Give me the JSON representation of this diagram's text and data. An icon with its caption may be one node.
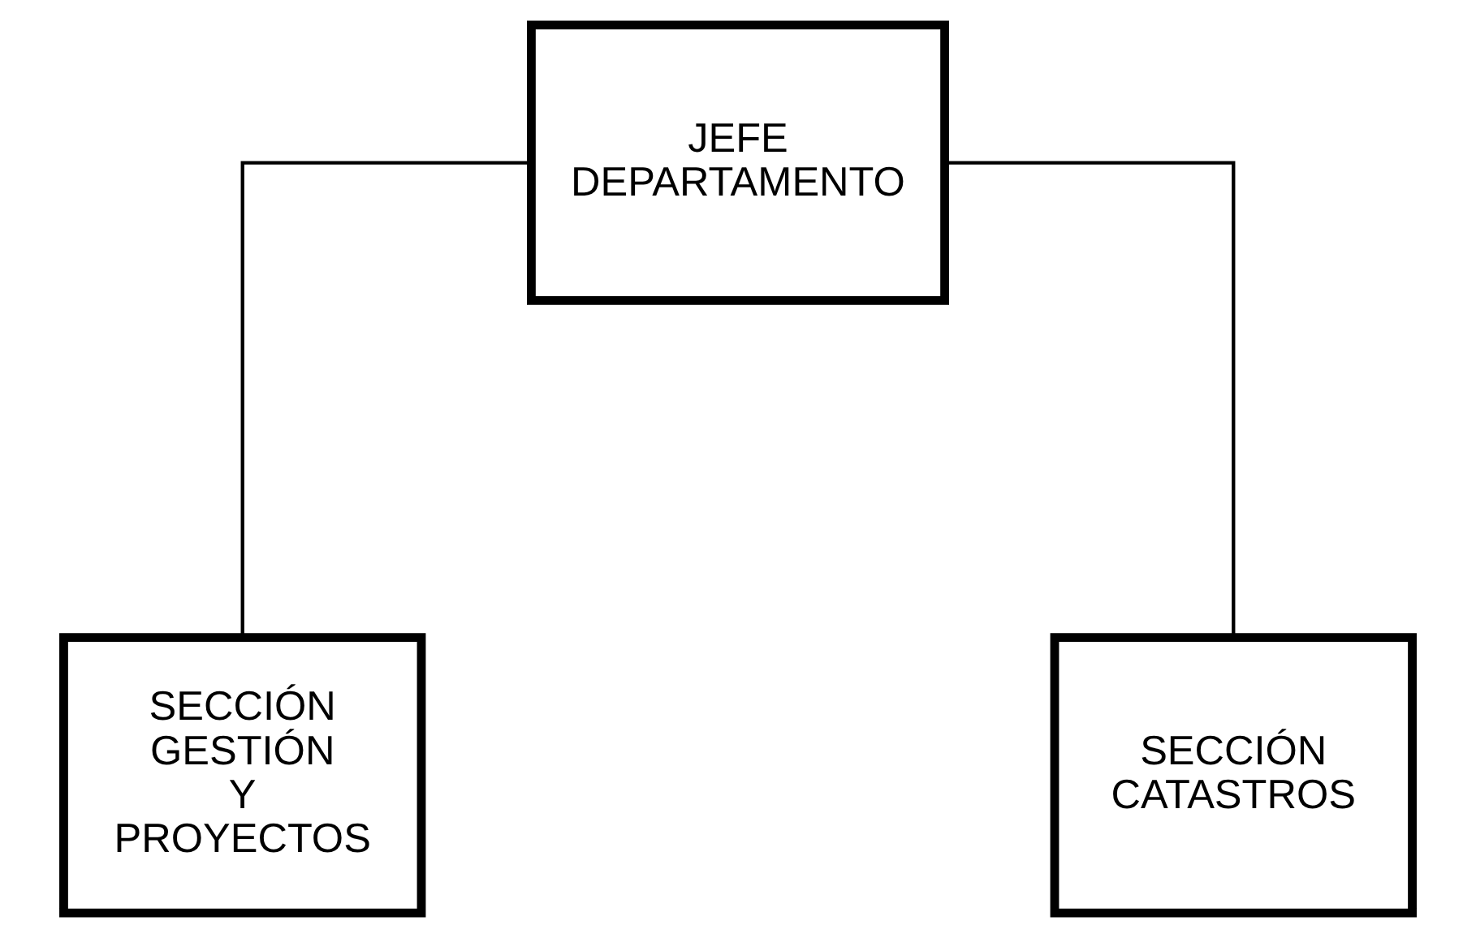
{
  "diagram": {
    "nodes": [
      {
        "text": [
          "JEFE DEPARTAMENTO"
        ]
      },
      {
        "text": [
          "SECCIÓN GESTIÓN Y PROYECTOS"
        ]
      },
      {
        "text": [
          "SECCIÓN CATASTROS"
        ]
      }
    ],
    "edges": [
      {
        "from": 0,
        "to": 1,
        "arrow": "none"
      },
      {
        "from": 0,
        "to": 2,
        "arrow": "none"
      }
    ]
  }
}
